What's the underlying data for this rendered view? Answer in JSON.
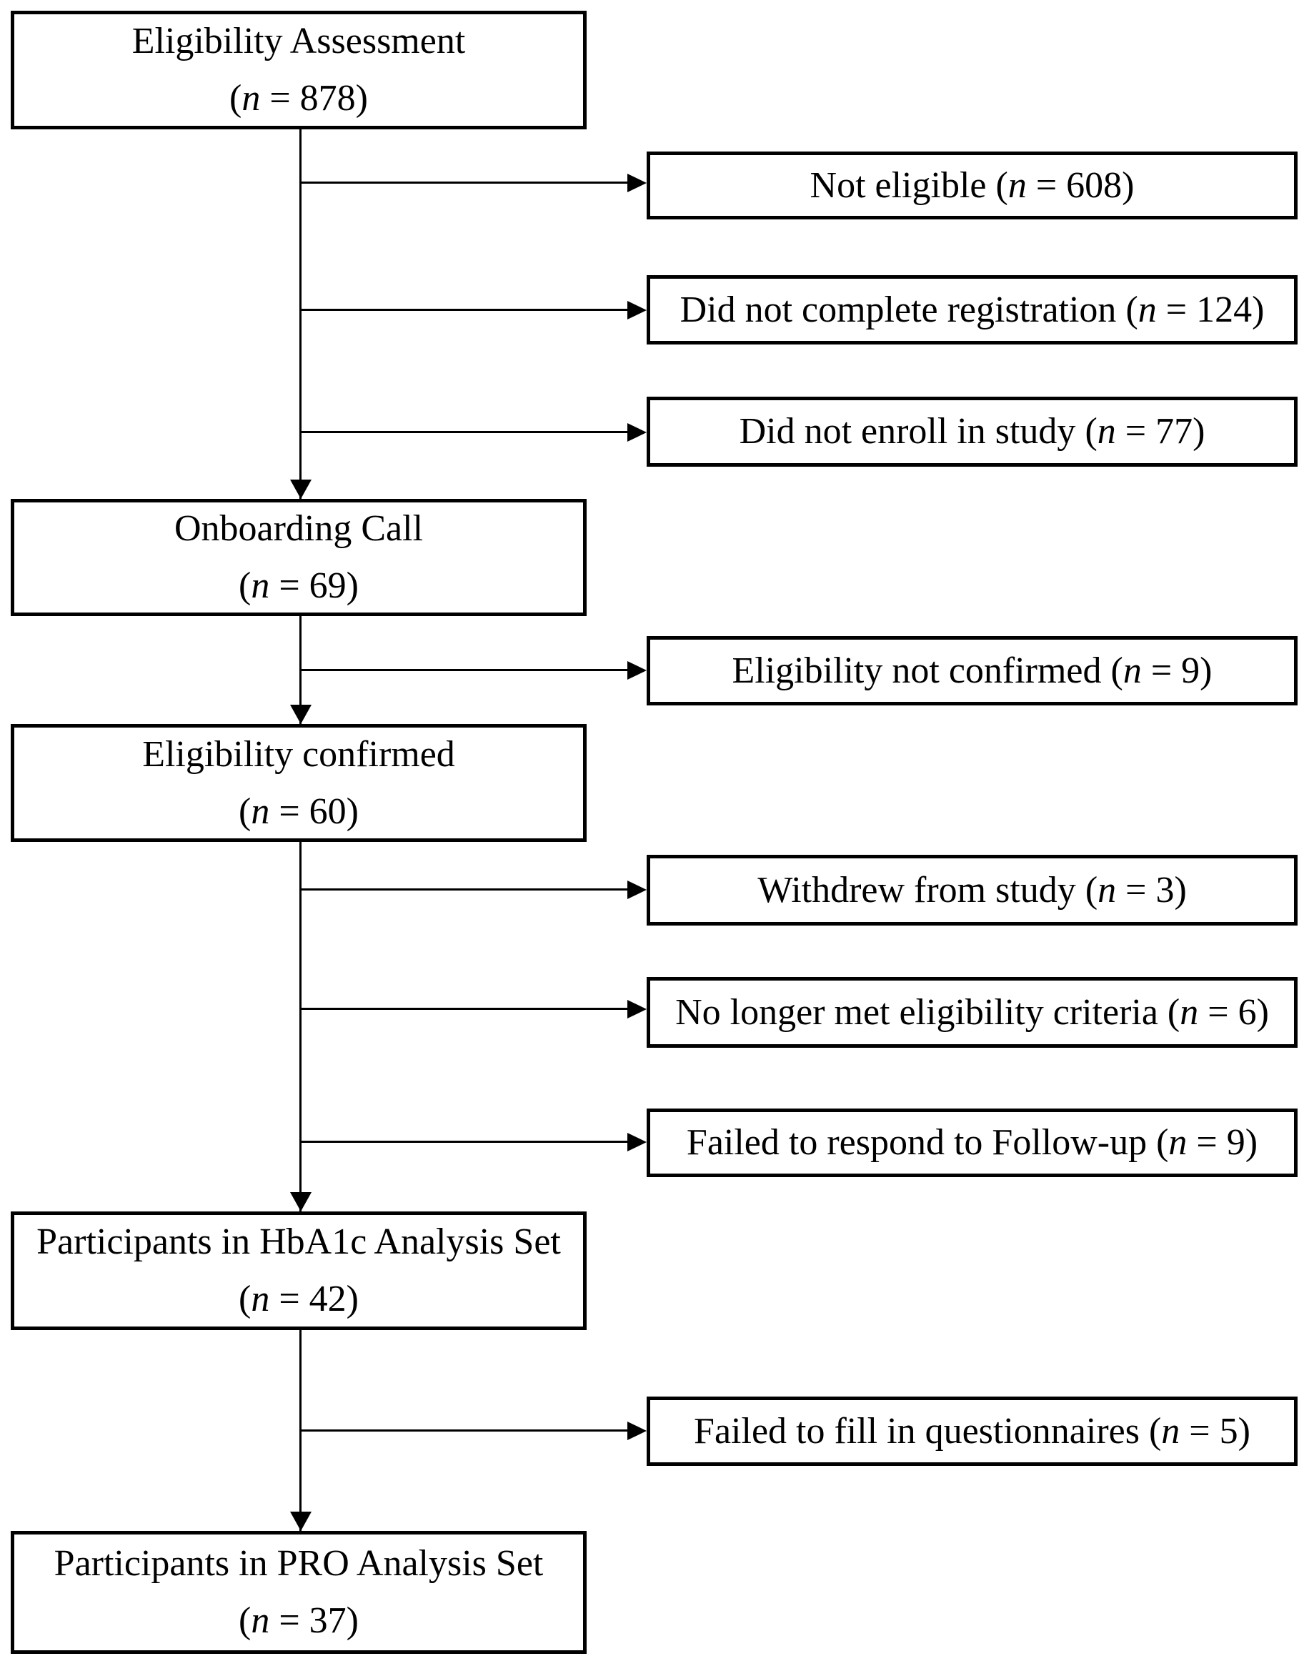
{
  "diagram": {
    "main_nodes": [
      {
        "label": "Eligibility Assessment",
        "n": "878"
      },
      {
        "label": "Onboarding Call",
        "n": "69"
      },
      {
        "label": "Eligibility confirmed",
        "n": "60"
      },
      {
        "label": "Participants in HbA1c Analysis Set",
        "n": "42"
      },
      {
        "label": "Participants in PRO Analysis Set",
        "n": "37"
      }
    ],
    "side_nodes": [
      {
        "label": "Not eligible",
        "n": "608"
      },
      {
        "label": "Did not complete registration",
        "n": "124"
      },
      {
        "label": "Did not enroll in study",
        "n": "77"
      },
      {
        "label": "Eligibility not confirmed",
        "n": "9"
      },
      {
        "label": "Withdrew from study",
        "n": "3"
      },
      {
        "label": "No longer met eligibility criteria",
        "n": "6"
      },
      {
        "label": "Failed to respond to Follow-up",
        "n": "9"
      },
      {
        "label": "Failed to fill in questionnaires",
        "n": "5"
      }
    ],
    "format": {
      "paren_open": "(",
      "paren_open_spaced": " (",
      "n_var": "n",
      "equals": " = ",
      "paren_close": ")"
    },
    "colors": {
      "line": "#000000",
      "text": "#000000",
      "background": "#ffffff"
    }
  }
}
